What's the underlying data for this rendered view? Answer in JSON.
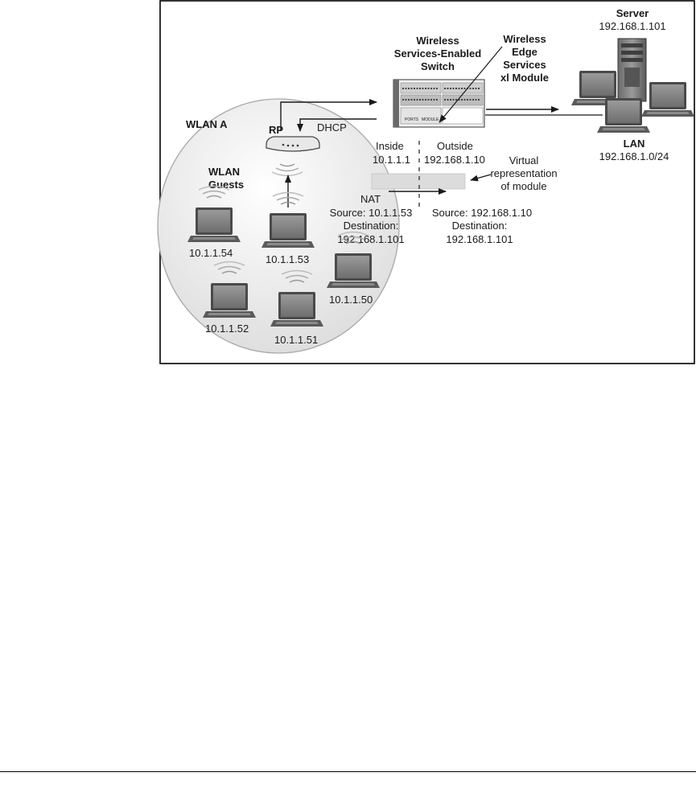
{
  "diagram": {
    "wlan_label": "WLAN A",
    "guests_label": [
      "WLAN",
      "Guests"
    ],
    "rp_label": "RP",
    "dhcp_label": "DHCP",
    "switch_label": [
      "Wireless",
      "Services-Enabled",
      "Switch"
    ],
    "module_label": [
      "Wireless",
      "Edge",
      "Services",
      "xl Module"
    ],
    "server_title": "Server",
    "server_ip": "192.168.1.101",
    "lan_title": "LAN",
    "lan_subnet": "192.168.1.0/24",
    "inside_label": "Inside",
    "inside_ip": "10.1.1.1",
    "outside_label": "Outside",
    "outside_ip": "192.168.1.10",
    "virtual_label": [
      "Virtual",
      "representation",
      "of module"
    ],
    "nat_label": "NAT",
    "inside_packet": [
      "Source: 10.1.1.53",
      "Destination:",
      "192.168.1.101"
    ],
    "outside_packet": [
      "Source: 192.168.1.10",
      "Destination:",
      "192.168.1.101"
    ],
    "clients": [
      "10.1.1.54",
      "10.1.1.53",
      "10.1.1.50",
      "10.1.1.52",
      "10.1.1.51"
    ],
    "module_port_text": [
      "PORTS",
      "MODULE"
    ]
  }
}
